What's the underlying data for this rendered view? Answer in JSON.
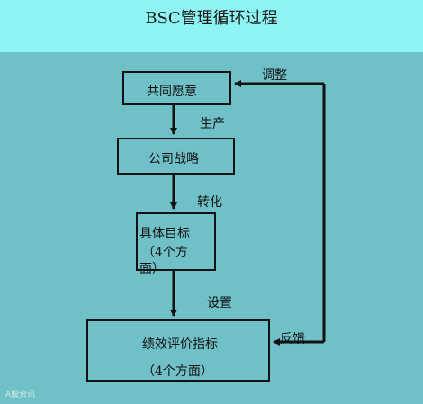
{
  "title": "BSC管理循环过程",
  "boxes": {
    "vision": "共同愿意",
    "strategy": "公司战略",
    "goals_line1": "具体目标",
    "goals_line2": "（4个方",
    "goals_line3": "面）",
    "kpi_line1": "绩效评价指标",
    "kpi_line2": "（4个方面）"
  },
  "arrows": {
    "produce": "生产",
    "transform": "转化",
    "setup": "设置",
    "adjust": "调整",
    "feedback": "反馈"
  },
  "watermark": "A股资讯"
}
